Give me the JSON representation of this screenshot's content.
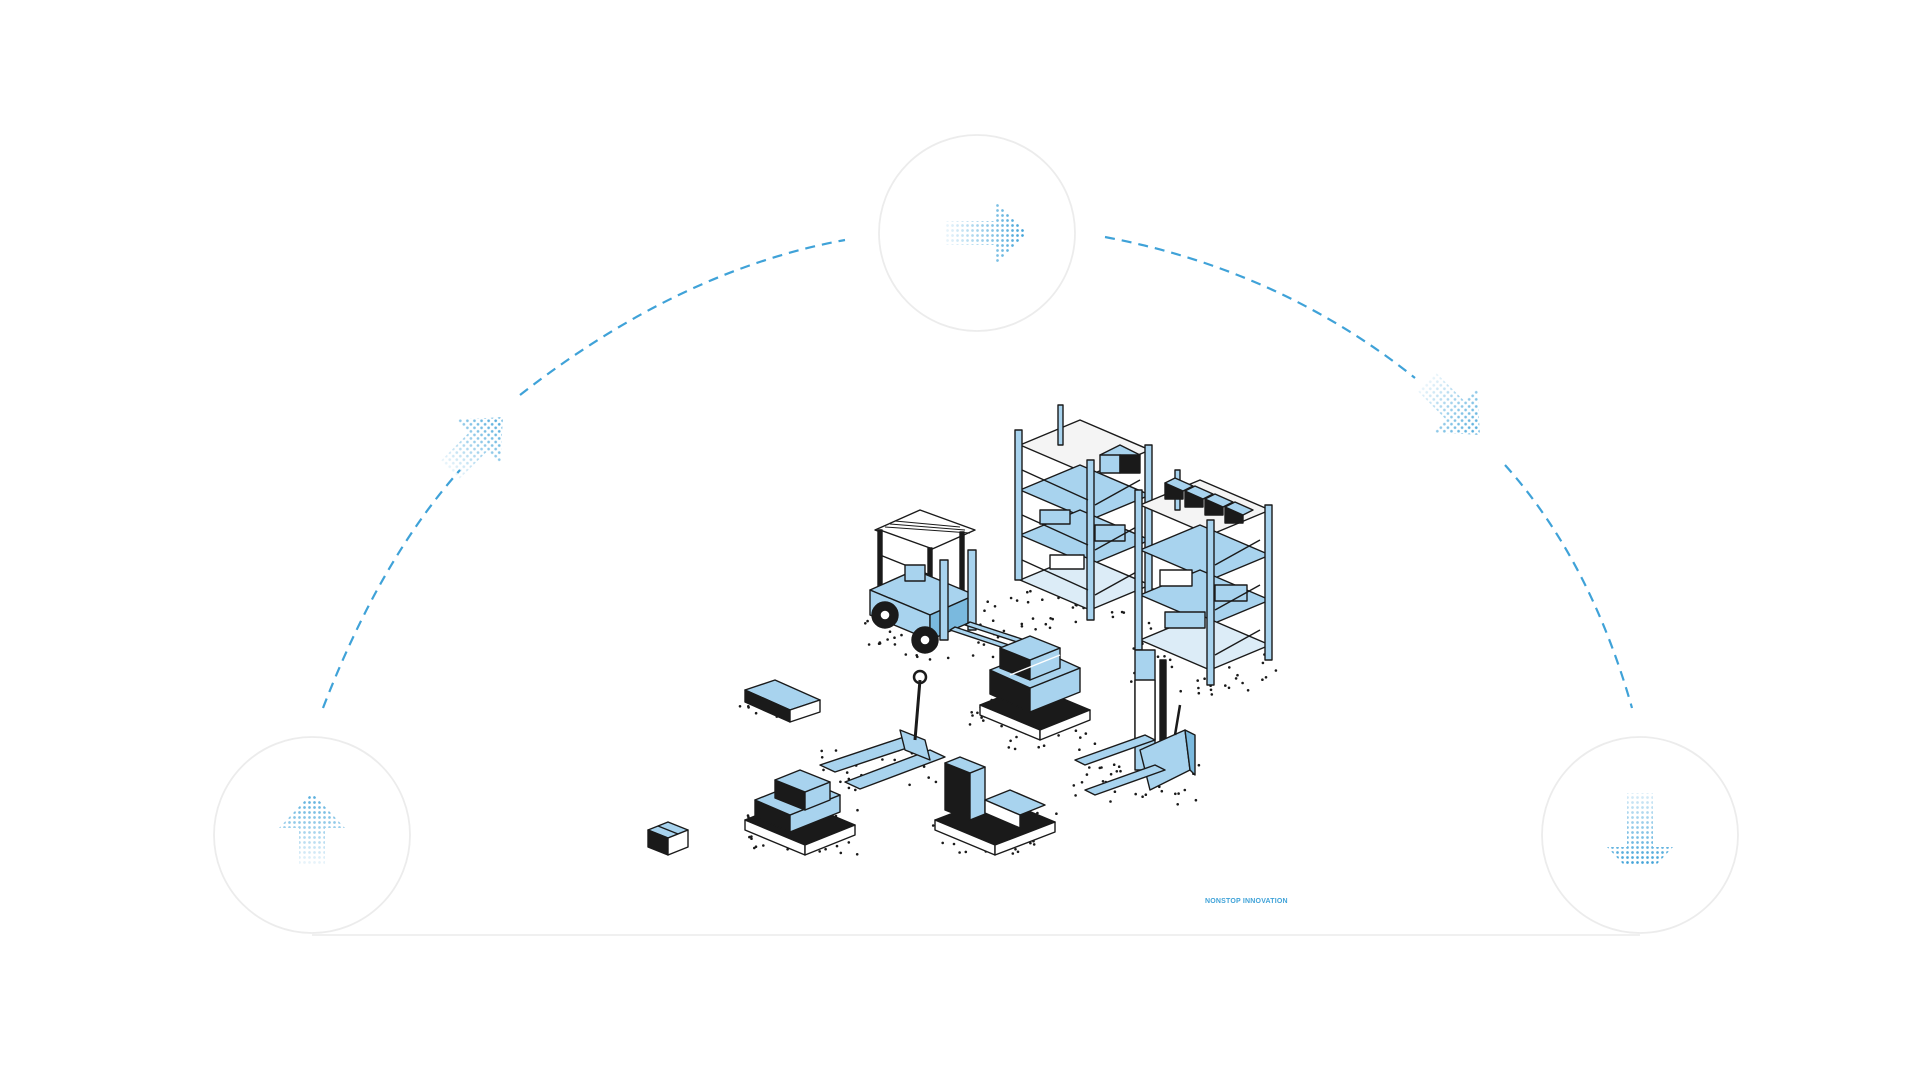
{
  "colors": {
    "accent": "#3fa2d8",
    "light_blue": "#a8d3ee",
    "dark": "#1a1a1a",
    "circle_stroke": "#ececec",
    "background": "#ffffff"
  },
  "brand": {
    "text": "NONSTOP INNOVATION"
  },
  "steps": [
    {
      "icon": "dotted-arrow-up-icon"
    },
    {
      "icon": "dotted-arrow-up-right-icon"
    },
    {
      "icon": "dotted-arrow-right-icon"
    },
    {
      "icon": "dotted-arrow-down-right-icon"
    },
    {
      "icon": "dotted-arrow-down-icon"
    }
  ],
  "illustration": {
    "name": "isometric-warehouse-illustration",
    "items": [
      "forklift",
      "storage-racks",
      "hand-pallet-truck",
      "electric-pallet-stacker",
      "pallet-with-boxes",
      "single-box"
    ]
  }
}
